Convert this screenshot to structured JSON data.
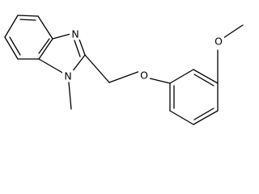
{
  "structure": {
    "atoms": {
      "n3": "N",
      "n1": "N",
      "o_ether": "O",
      "o_methoxy": "O"
    }
  },
  "colors": {
    "bond": "#000000",
    "label": "#000000",
    "background": "#ffffff"
  }
}
